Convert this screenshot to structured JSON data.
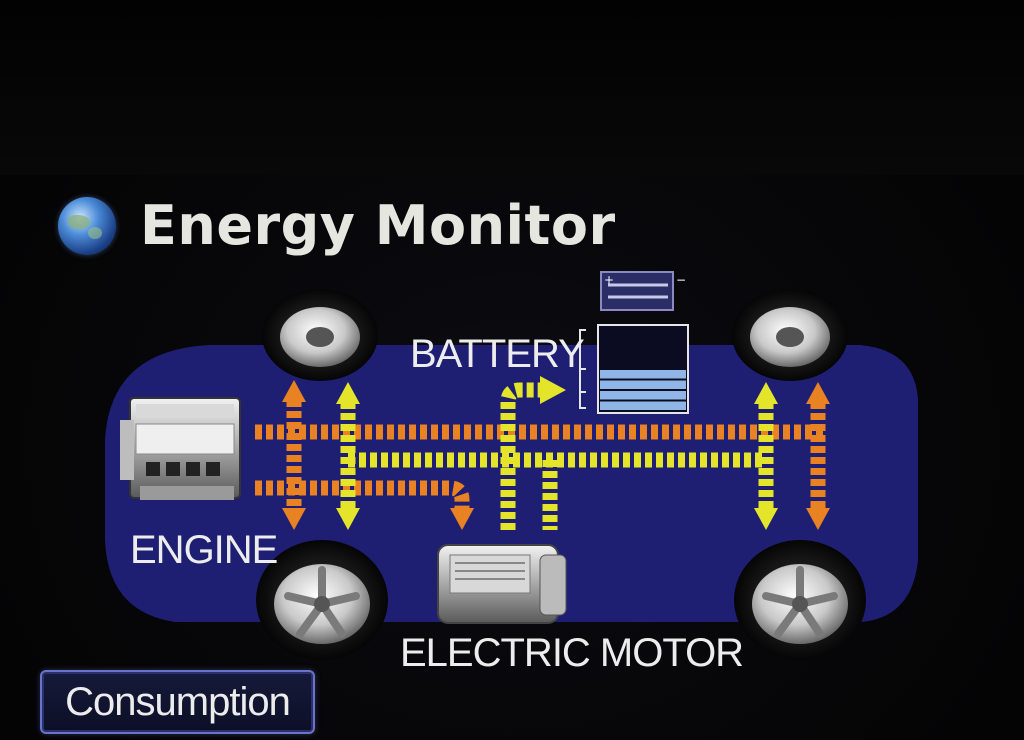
{
  "header": {
    "title": "Energy Monitor",
    "icon": "globe-icon"
  },
  "diagram": {
    "labels": {
      "battery": "BATTERY",
      "engine": "ENGINE",
      "electric_motor": "ELECTRIC MOTOR"
    },
    "battery_level": 0.55,
    "colors": {
      "body": "#1e1f73",
      "engine_flow": "#e98222",
      "motor_flow": "#e4e42a",
      "battery_fill": "#8fb6e6"
    }
  },
  "footer": {
    "consumption_label": "Consumption"
  }
}
